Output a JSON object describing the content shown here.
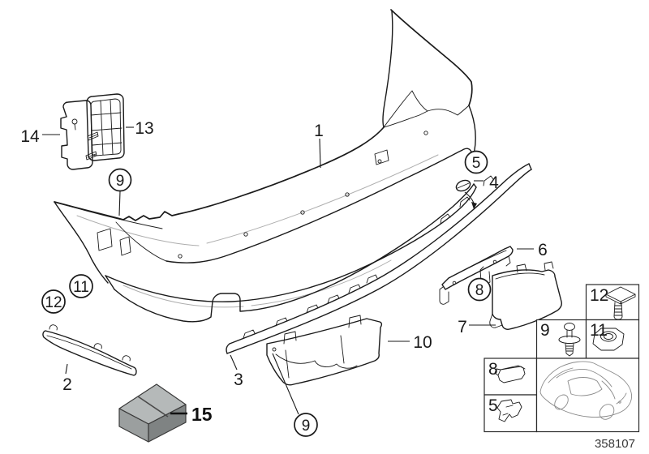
{
  "diagram": {
    "doc_number": "358107",
    "callouts": {
      "c1": "1",
      "c2": "2",
      "c3": "3",
      "c4": "4",
      "c6": "6",
      "c7": "7",
      "c10": "10",
      "c13": "13",
      "c14": "14",
      "c15": "15",
      "circle5": "5",
      "circle8": "8",
      "circle9": "9",
      "circle11": "11",
      "circle12": "12"
    },
    "legend": {
      "cell12": "12",
      "cell9": "9",
      "cell11": "11",
      "cell8": "8",
      "cell5": "5"
    },
    "icons": {
      "cell12": "square-head-screw",
      "cell9": "expansion-rivet",
      "cell11": "hex-nut",
      "cell8": "cover-clip",
      "cell5": "bracket-clip",
      "car": "car-silhouette"
    },
    "colors": {
      "line": "#1a1a1a",
      "box_top": "#b5b9b9",
      "box_left": "#9b9f9f",
      "box_right": "#7f8383"
    }
  }
}
